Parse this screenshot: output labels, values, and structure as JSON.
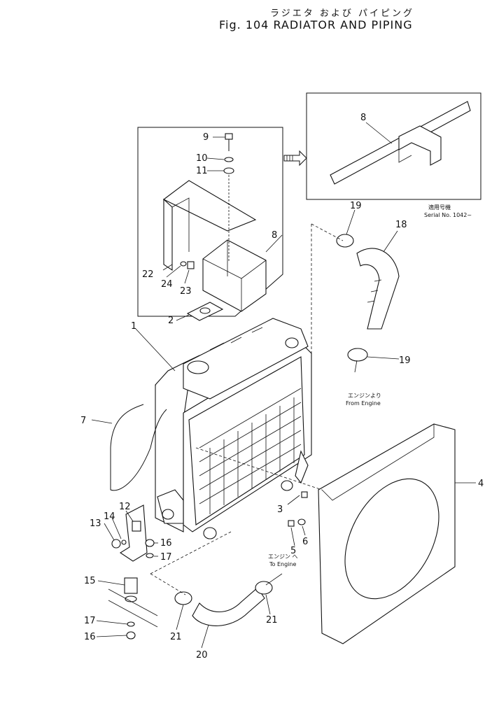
{
  "header": {
    "title_jp": "ラジエタ および パイピング",
    "title_en": "Fig. 104 RADIATOR AND PIPING"
  },
  "notes": {
    "serial_jp": "適用号機",
    "serial_en": "Serial No. 1042~",
    "from_engine_jp": "エンジンより",
    "from_engine_en": "From Engine",
    "to_engine_jp": "エンジン へ",
    "to_engine_en": "To Engine"
  },
  "callouts": {
    "c1": "1",
    "c2": "2",
    "c3": "3",
    "c4": "4",
    "c5": "5",
    "c6": "6",
    "c7": "7",
    "c8a": "8",
    "c8b": "8",
    "c9": "9",
    "c10": "10",
    "c11": "11",
    "c12": "12",
    "c13": "13",
    "c14": "14",
    "c15": "15",
    "c16a": "16",
    "c16b": "16",
    "c17a": "17",
    "c17b": "17",
    "c18": "18",
    "c19a": "19",
    "c19b": "19",
    "c20": "20",
    "c21a": "21",
    "c21b": "21",
    "c22": "22",
    "c23": "23",
    "c24": "24"
  }
}
